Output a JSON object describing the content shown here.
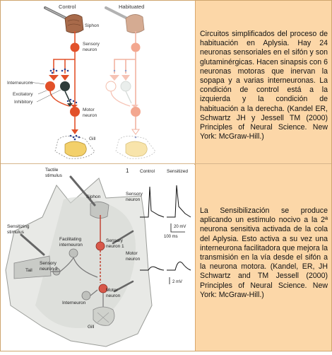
{
  "panel1": {
    "labels": {
      "control": "Control",
      "habituated": "Habituated",
      "siphon": "Siphon",
      "sensory_neuron": [
        "Sensory",
        "neuron"
      ],
      "interneurons": "Interneurons",
      "excitatory": "Excitatory",
      "inhibitory": "Inhibitory",
      "motor_neuron": [
        "Motor",
        "neuron"
      ],
      "gill": "Gill"
    },
    "caption": "Circuitos simplificados del proceso de habituación en Aplysia. Hay 24 neuronas sensoriales en el sifón y son glutaminérgicas. Hacen sinapsis con 6 neuronas motoras que inervan la sopapa y a varias interneuronas. La condición de control está a la izquierda y la condición de habituación a la derecha. (Kandel ER, Schwartz JH y Jessell TM (2000) Principles of Neural Science. New York: McGraw-Hill.)"
  },
  "panel2": {
    "labels": {
      "tactile_stimulus": [
        "Tactile",
        "stimulus"
      ],
      "panel_number": "1",
      "control": "Control",
      "sensitized": "Sensitized",
      "siphon": "Siphon",
      "sensory_neuron": [
        "Sensory",
        "neuron"
      ],
      "sensitizing_stimulus": [
        "Sensitizing",
        "stimulus"
      ],
      "facilitating_interneuron": [
        "Facilitating",
        "interneuron"
      ],
      "sensory_neuron_1": [
        "Sensory",
        "neuron 1"
      ],
      "sensory_neuron_2": [
        "Sensory",
        "neuron 2"
      ],
      "tail": "Tail",
      "motor_neuron": [
        "Motor",
        "neuron"
      ],
      "interneuron": "Interneuron",
      "gill": "Gill",
      "scale_mv_20": "20 mV",
      "scale_ms_100": "100 ms",
      "scale_mv_2": "2 mV"
    },
    "caption": "La Sensibilización se produce aplicando un estímulo nocivo a la 2ª neurona sensitiva activada de la cola del Aplysia. Esto activa a su vez una interneurona facilitadora que mejora la transmisión en la vía desde el sifón a la neurona motora. (Kandel, ER, JH Schwartz and TM Jessell (2000) Principles of Neural Science. New York: McGraw-Hill.)"
  },
  "colors": {
    "caption_bg": "#fcd7a8",
    "neuron_red": "#e2512a",
    "inhibitory_dark": "#2e3c3a",
    "siphon_brown": "#a86a4a",
    "gill_yellow": "#f3d06a",
    "vesicle_blue": "#2b3f8f"
  }
}
